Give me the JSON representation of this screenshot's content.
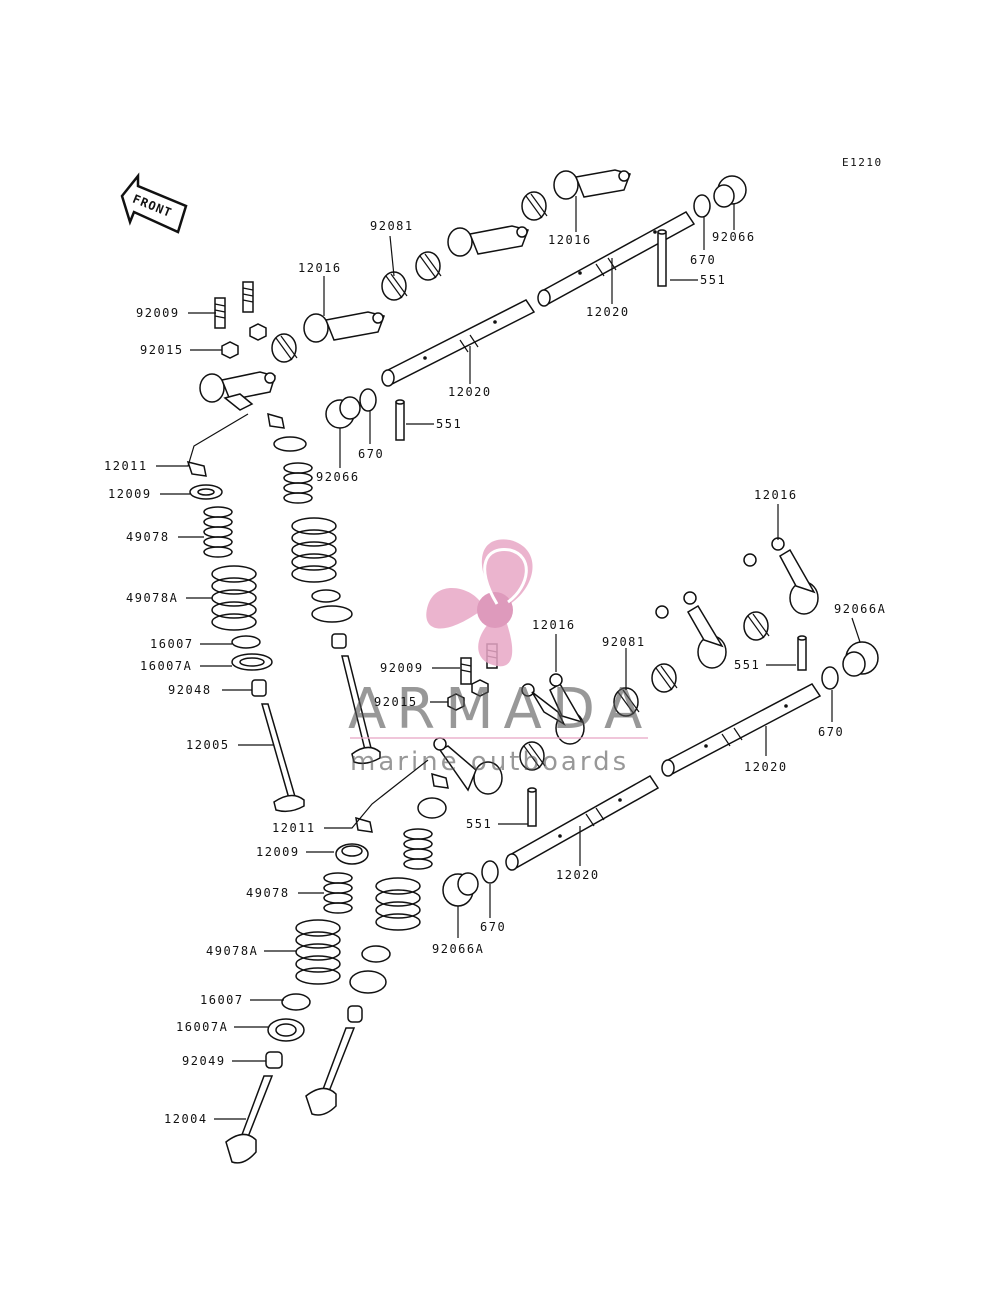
{
  "diagram_code": "E1210",
  "front_label": "FRONT",
  "watermark": {
    "brand": "ARMADA",
    "tagline": "marine outboards",
    "color": "#e8a7c6",
    "text_color": "#555555"
  },
  "labels": {
    "p12016_a": "12016",
    "p12016_b": "12016",
    "p12016_c": "12016",
    "p12016_d": "12016",
    "p92081_a": "92081",
    "p92081_b": "92081",
    "p92066_a": "92066",
    "p92066_b": "92066",
    "p92066A_a": "92066A",
    "p92066A_b": "92066A",
    "p670_a": "670",
    "p670_b": "670",
    "p670_c": "670",
    "p670_d": "670",
    "p551_a": "551",
    "p551_b": "551",
    "p551_c": "551",
    "p551_d": "551",
    "p12020_a": "12020",
    "p12020_b": "12020",
    "p12020_c": "12020",
    "p12020_d": "12020",
    "p92009_a": "92009",
    "p92009_b": "92009",
    "p92015_a": "92015",
    "p92015_b": "92015",
    "p12011_a": "12011",
    "p12011_b": "12011",
    "p12009_a": "12009",
    "p12009_b": "12009",
    "p49078_a": "49078",
    "p49078_b": "49078",
    "p49078A_a": "49078A",
    "p49078A_b": "49078A",
    "p16007_a": "16007",
    "p16007_b": "16007",
    "p16007A_a": "16007A",
    "p16007A_b": "16007A",
    "p92048": "92048",
    "p92049": "92049",
    "p12005": "12005",
    "p12004": "12004"
  }
}
